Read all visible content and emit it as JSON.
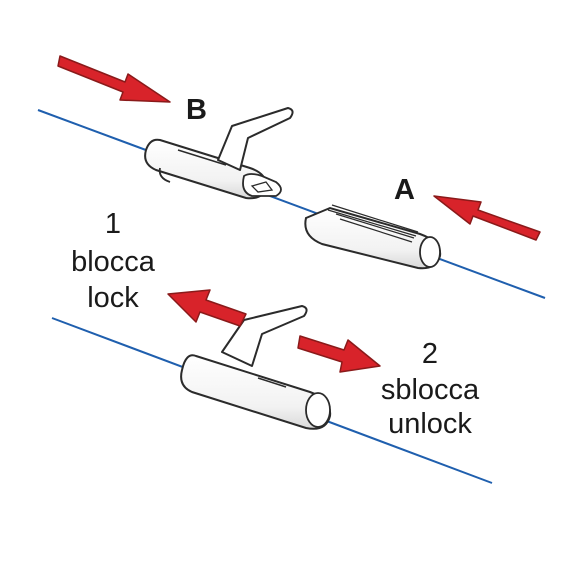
{
  "labels": {
    "a": "A",
    "b": "B",
    "step1": {
      "number": "1",
      "line1": "blocca",
      "line2": "lock"
    },
    "step2": {
      "number": "2",
      "line1": "sblocca",
      "line2": "unlock"
    }
  },
  "colors": {
    "arrow_fill": "#d8232a",
    "arrow_stroke": "#8a1a1a",
    "line": "#1f5fae",
    "body_fill": "#ffffff",
    "body_stroke": "#2b2b2b",
    "text": "#1a1a1a"
  }
}
